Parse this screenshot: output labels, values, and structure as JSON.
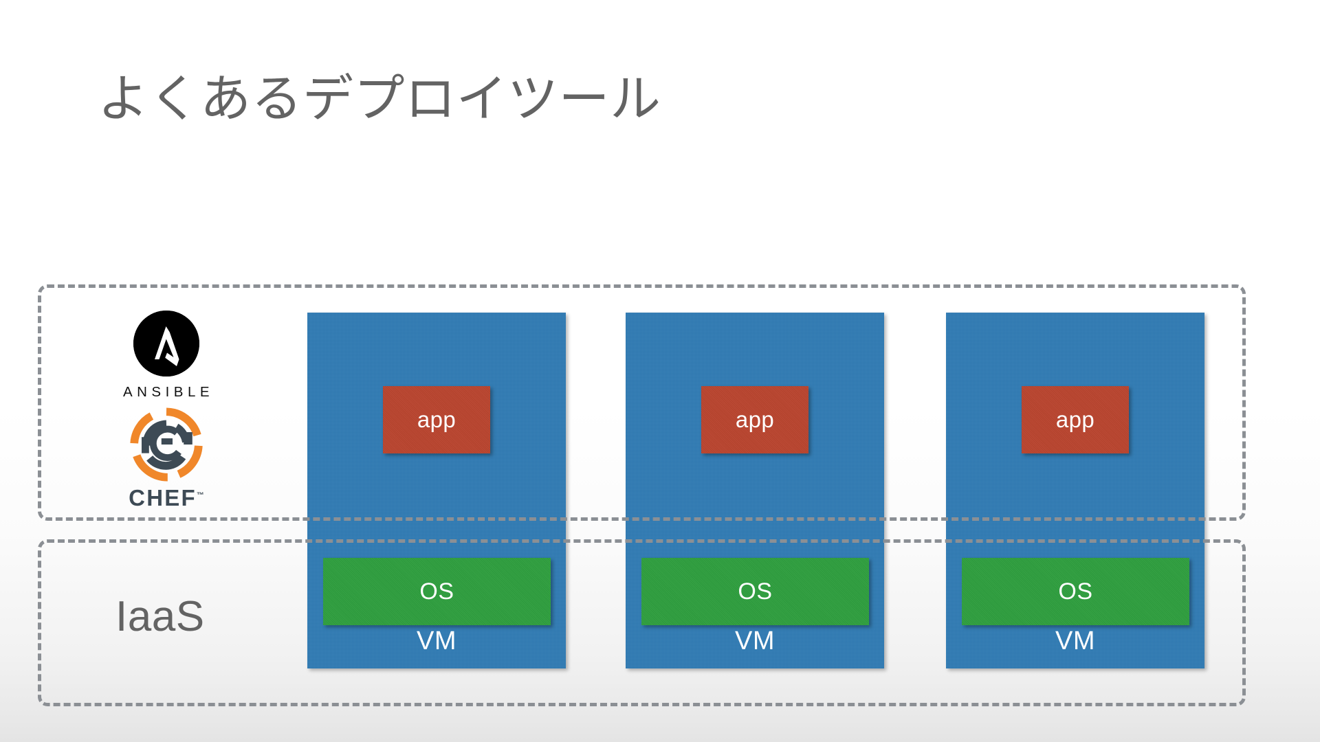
{
  "slide": {
    "title": "よくあるデプロイツール",
    "background_color": "#ffffff",
    "title_color": "#636363"
  },
  "groups": {
    "tools": {
      "name": "deploy-tools-group",
      "border_style": "dashed",
      "border_color": "#8b8f94"
    },
    "iaas": {
      "label": "IaaS",
      "border_style": "dashed",
      "border_color": "#8b8f94",
      "label_color": "#636363"
    }
  },
  "logos": [
    {
      "id": "ansible",
      "wordmark": "ANSIBLE",
      "mark_color": "#000000",
      "word_color": "#111111"
    },
    {
      "id": "chef",
      "wordmark": "CHEF",
      "trademark": "™",
      "mark_colors": [
        "#f0872a",
        "#3d4a55"
      ],
      "word_color": "#3d4a55"
    }
  ],
  "vms": [
    {
      "id": "vm-1",
      "vm_label": "VM",
      "app_label": "app",
      "os_label": "OS",
      "vm_color": "#2e7bb5",
      "app_color": "#b9442e",
      "os_color": "#2e9e3e"
    },
    {
      "id": "vm-2",
      "vm_label": "VM",
      "app_label": "app",
      "os_label": "OS",
      "vm_color": "#2e7bb5",
      "app_color": "#b9442e",
      "os_color": "#2e9e3e"
    },
    {
      "id": "vm-3",
      "vm_label": "VM",
      "app_label": "app",
      "os_label": "OS",
      "vm_color": "#2e7bb5",
      "app_color": "#b9442e",
      "os_color": "#2e9e3e"
    }
  ]
}
